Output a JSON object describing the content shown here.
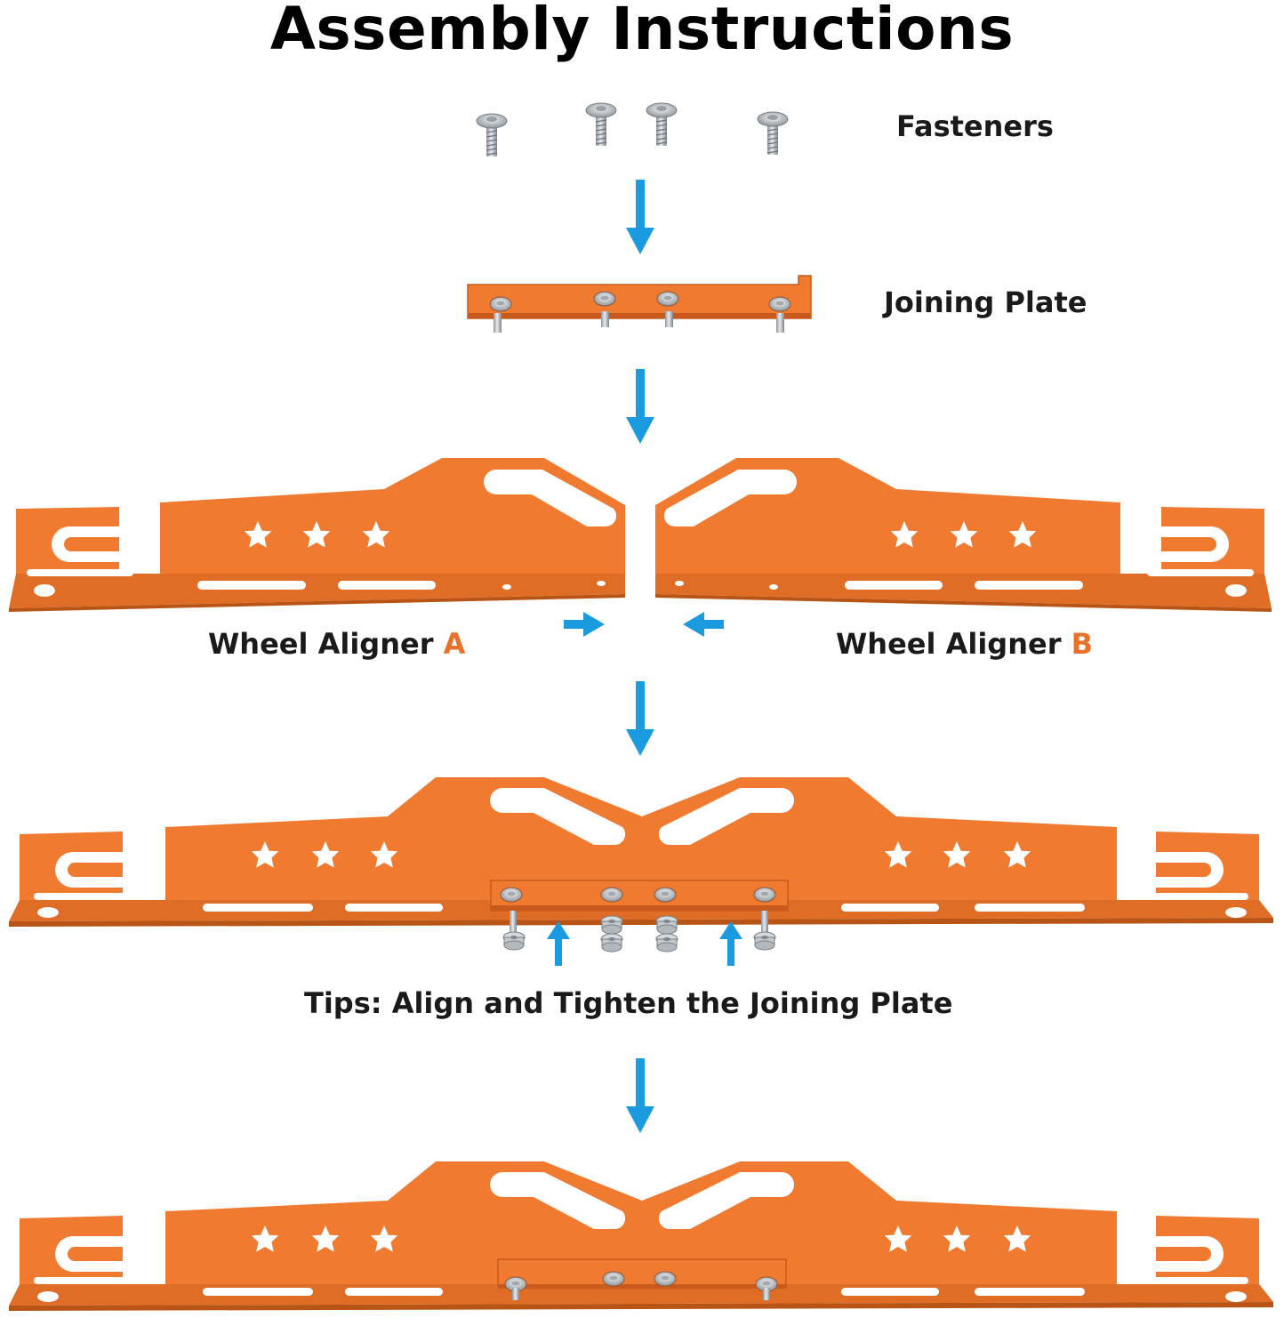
{
  "title": "Assembly Instructions",
  "labels": {
    "fasteners": "Fasteners",
    "joining_plate": "Joining Plate",
    "wheel_aligner_a_text": "Wheel Aligner",
    "wheel_aligner_a_letter": "A",
    "wheel_aligner_b_text": "Wheel Aligner",
    "wheel_aligner_b_letter": "B",
    "tips": "Tips: Align and Tighten the Joining Plate"
  },
  "colors": {
    "aligner_orange": "#ef7a30",
    "aligner_dark": "#c75a1c",
    "arrow_blue": "#1a9be0",
    "screw_silver": "#c4c8cc",
    "label_accent": "#e8712b"
  },
  "icons": [
    "screw-icon",
    "arrow-down-icon",
    "arrow-up-icon",
    "arrow-right-icon",
    "arrow-left-icon",
    "star-icon"
  ]
}
